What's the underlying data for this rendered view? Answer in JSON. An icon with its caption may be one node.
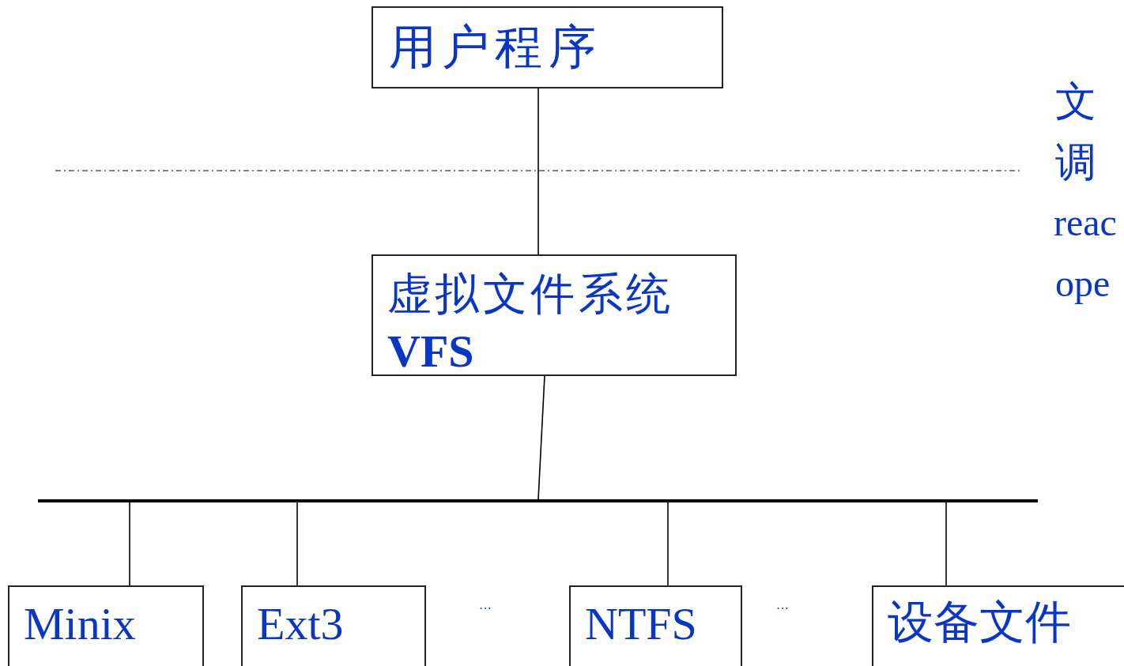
{
  "diagram": {
    "nodes": [
      {
        "text": [
          "用户程序"
        ]
      },
      {
        "text": [
          "虚拟文件系统",
          "VFS"
        ]
      },
      {
        "text": [],
        "shape": "bar"
      },
      {
        "text": [
          "Minix"
        ]
      },
      {
        "text": [
          "Ext3"
        ]
      },
      {
        "text": [
          "NTFS"
        ]
      },
      {
        "text": [
          "设备文件"
        ]
      }
    ],
    "edges": [
      {
        "from": 0,
        "to": 1,
        "arrow": "none"
      },
      {
        "from": 1,
        "to": 2,
        "arrow": "none"
      },
      {
        "from": 2,
        "to": 3,
        "arrow": "none"
      },
      {
        "from": 2,
        "to": 4,
        "arrow": "none"
      },
      {
        "from": 2,
        "to": 5,
        "arrow": "none"
      },
      {
        "from": 2,
        "to": 6,
        "arrow": "none"
      }
    ],
    "labels": [
      "文",
      "调",
      "reac",
      "ope",
      "…",
      "…"
    ]
  }
}
